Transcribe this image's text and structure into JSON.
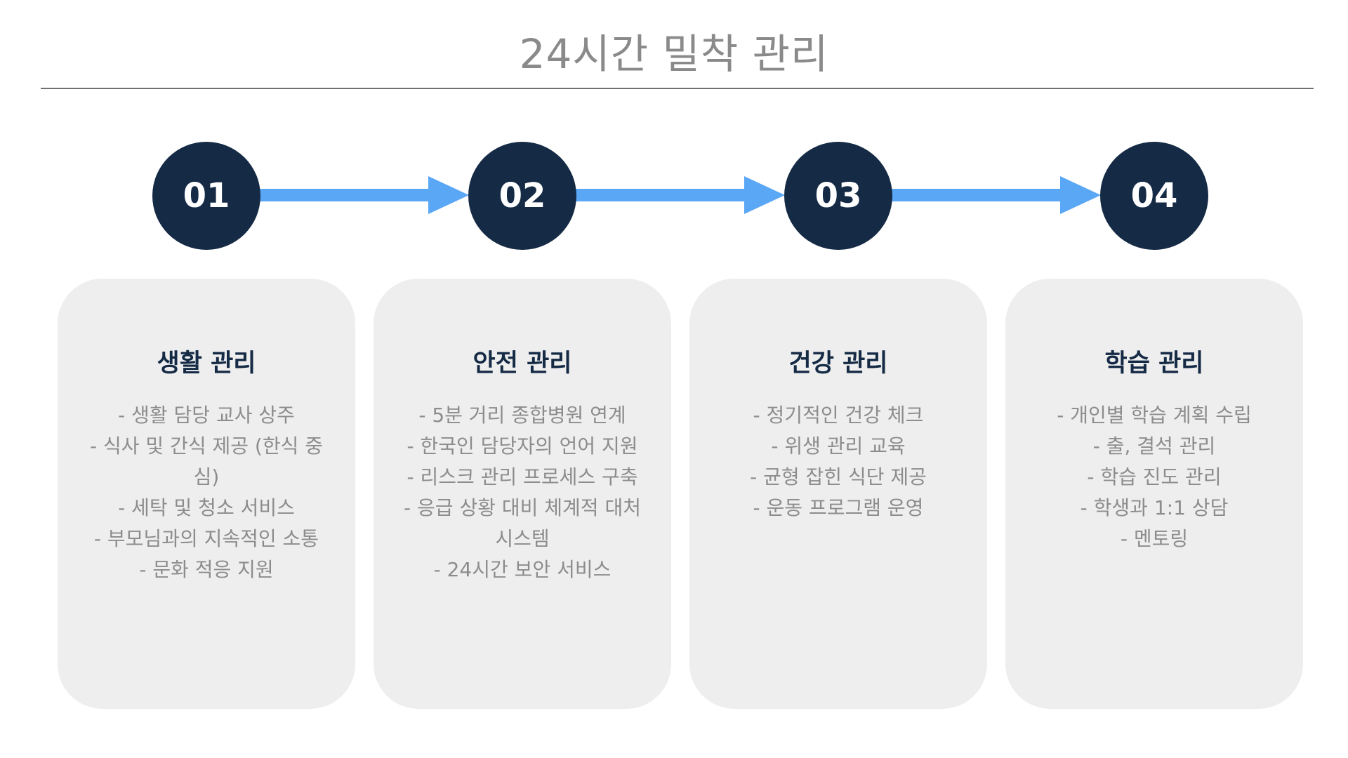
{
  "title": "24시간 밀착 관리",
  "colors": {
    "step_circle": "#152a45",
    "arrow": "#5aa7f5",
    "card_bg": "#eeeeee",
    "title_gray": "#8a8a8a"
  },
  "steps": [
    {
      "number": "01",
      "title": "생활 관리",
      "lines": [
        "- 생활 담당 교사 상주",
        "- 식사 및 간식 제공 (한식 중심)",
        "- 세탁 및 청소 서비스",
        "- 부모님과의 지속적인 소통",
        "- 문화 적응 지원"
      ]
    },
    {
      "number": "02",
      "title": "안전 관리",
      "lines": [
        "- 5분 거리 종합병원 연계",
        "- 한국인 담당자의 언어 지원",
        "- 리스크 관리 프로세스 구축",
        "- 응급 상황 대비 체계적 대처",
        "시스템",
        "- 24시간 보안 서비스"
      ]
    },
    {
      "number": "03",
      "title": "건강 관리",
      "lines": [
        "- 정기적인 건강 체크",
        "- 위생 관리 교육",
        "- 균형 잡힌 식단 제공",
        "- 운동 프로그램 운영"
      ]
    },
    {
      "number": "04",
      "title": "학습 관리",
      "lines": [
        "- 개인별 학습 계획 수립",
        "- 출, 결석 관리",
        "- 학습 진도 관리",
        "- 학생과 1:1 상담",
        "- 멘토링"
      ]
    }
  ]
}
